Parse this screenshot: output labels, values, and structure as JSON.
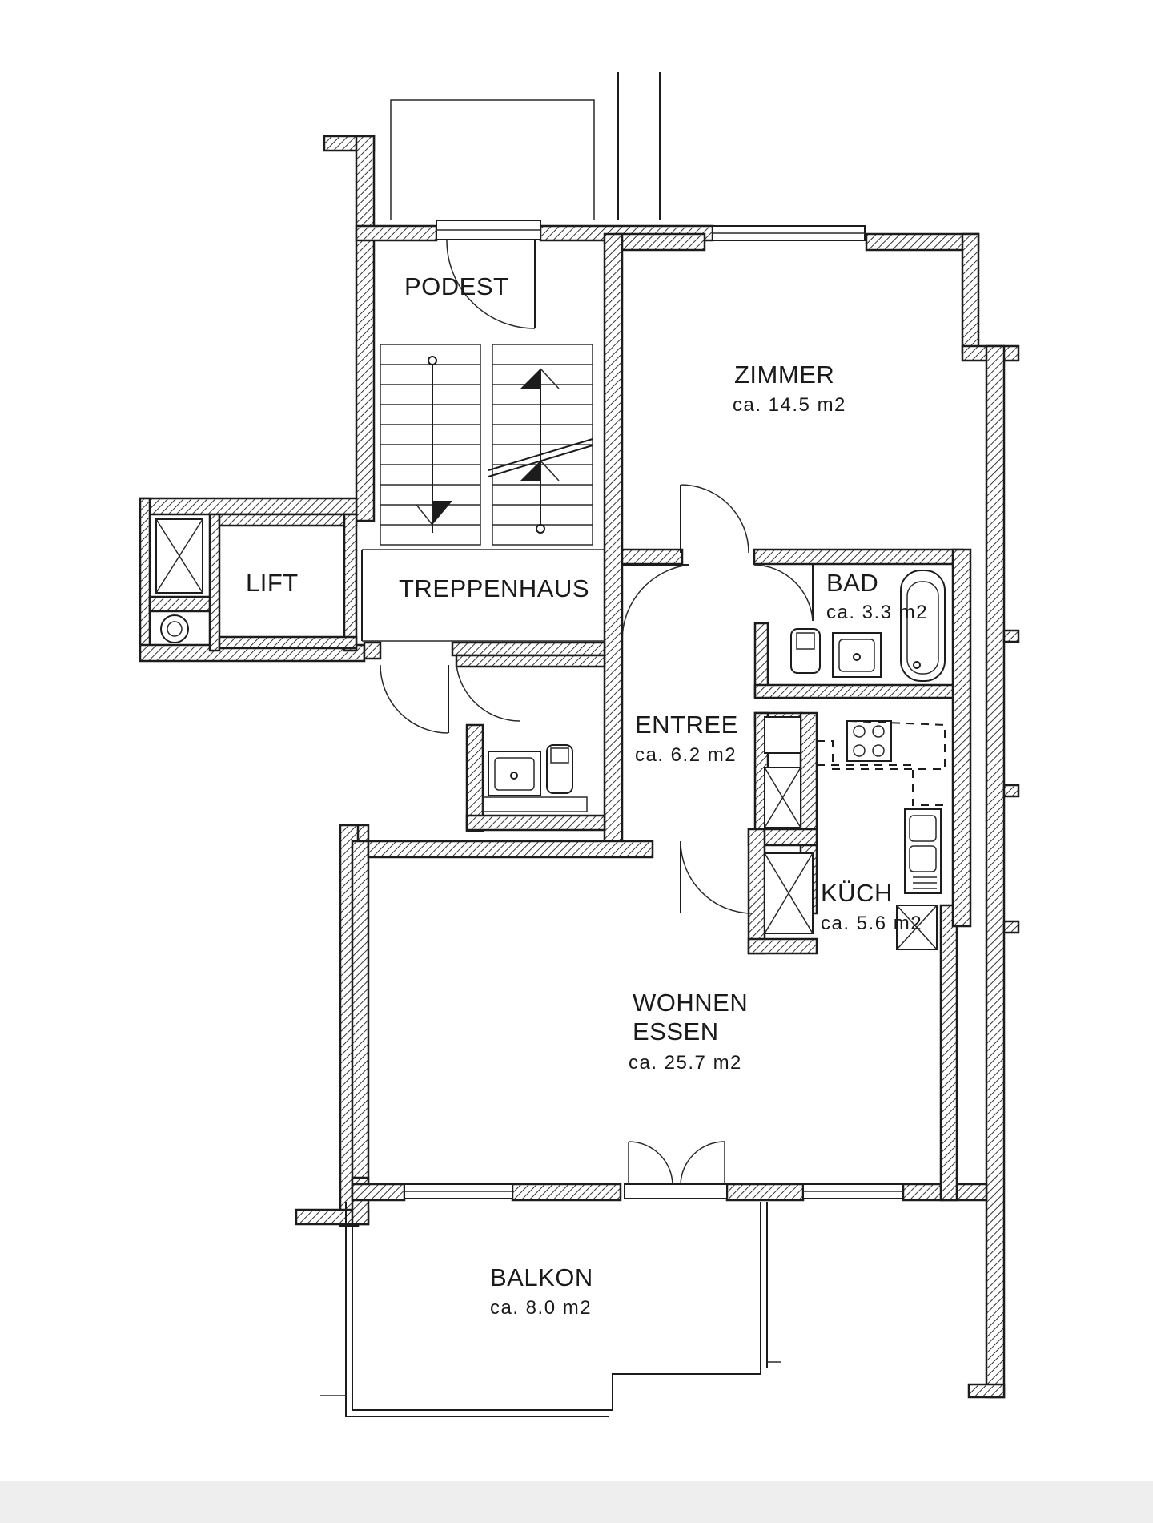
{
  "rooms": {
    "podest": {
      "label": "PODEST"
    },
    "zimmer": {
      "label": "ZIMMER",
      "area": "ca. 14.5 m2"
    },
    "lift": {
      "label": "LIFT"
    },
    "treppenhaus": {
      "label": "TREPPENHAUS"
    },
    "bad": {
      "label": "BAD",
      "area": "ca. 3.3 m2"
    },
    "entree": {
      "label": "ENTREE",
      "area": "ca. 6.2 m2"
    },
    "kueche": {
      "label": "KÜCH",
      "area": "ca. 5.6 m2"
    },
    "wohnen": {
      "label_line1": "WOHNEN",
      "label_line2": "ESSEN",
      "area": "ca. 25.7 m2"
    },
    "balkon": {
      "label": "BALKON",
      "area": "ca. 8.0 m2"
    }
  }
}
